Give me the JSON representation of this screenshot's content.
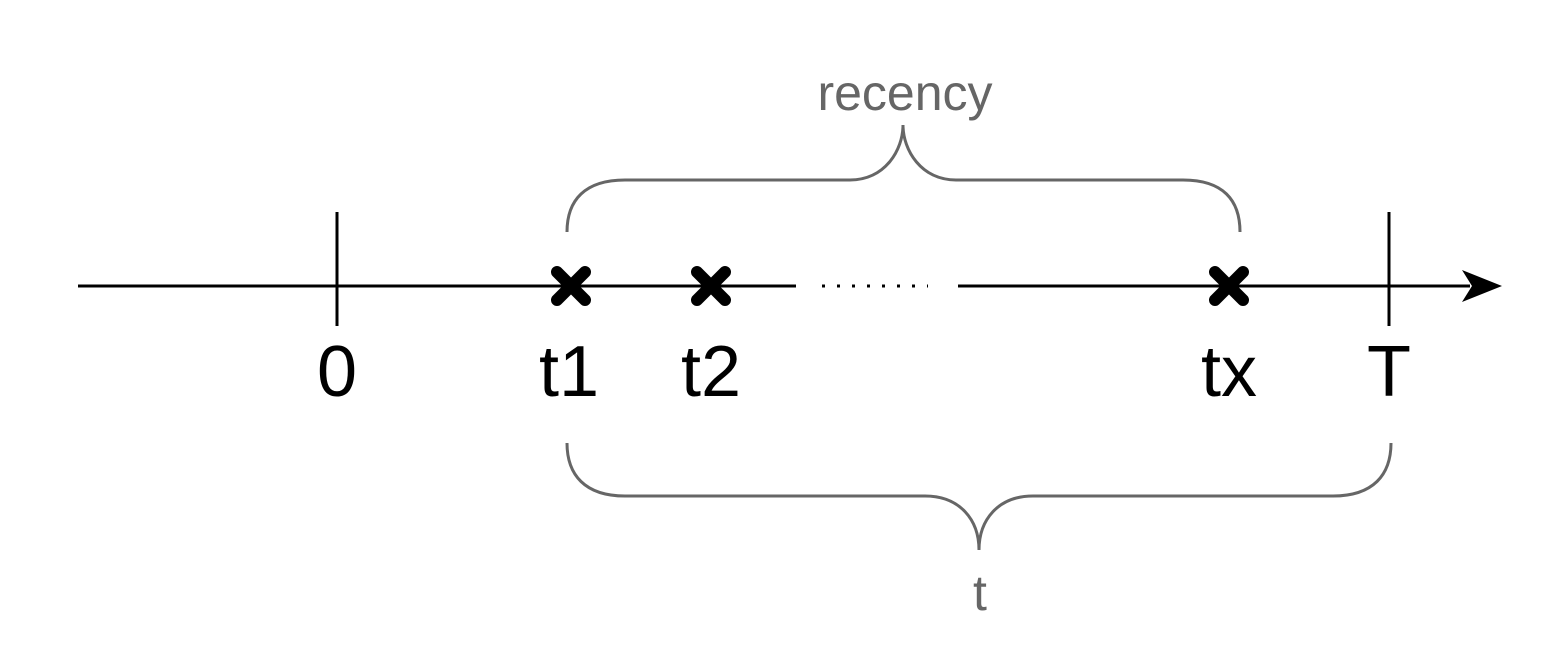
{
  "diagram": {
    "axis_labels": {
      "zero": "0",
      "t1": "t1",
      "t2": "t2",
      "tx": "tx",
      "end": "T"
    },
    "braces": {
      "top_label": "recency",
      "bottom_label": "t"
    },
    "colors": {
      "axis": "#000000",
      "brace": "#666666"
    },
    "icons": {
      "event_marker": "x-mark-icon",
      "axis_end": "arrowhead-icon",
      "gap": "dotted-ellipsis-icon"
    }
  }
}
